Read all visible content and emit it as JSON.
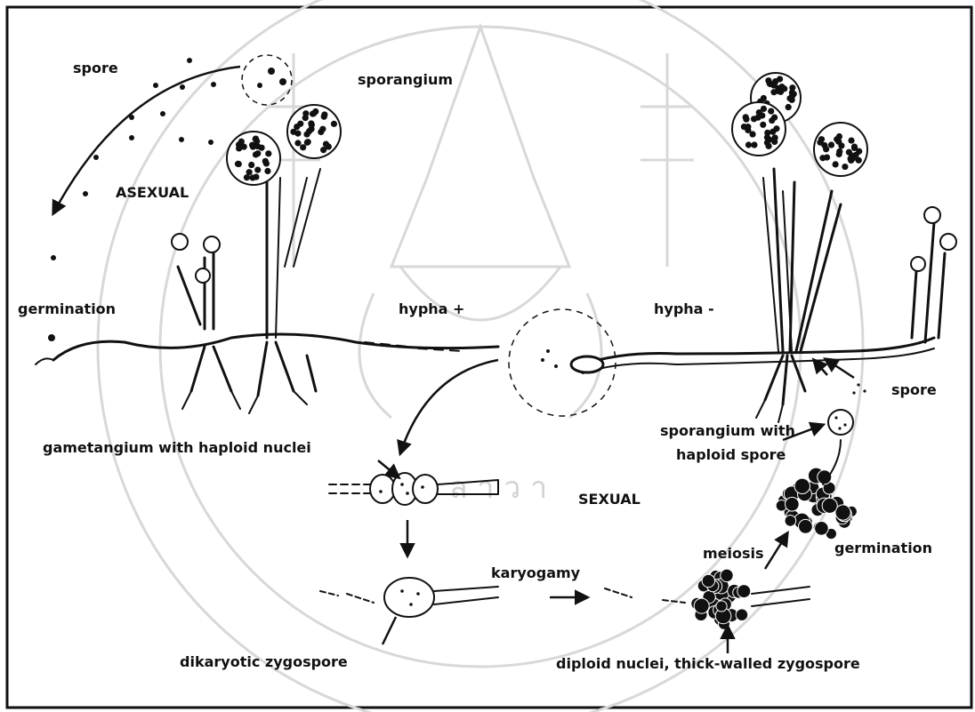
{
  "labels": {
    "spore_top": "spore",
    "sporangium": "sporangium",
    "asexual": "ASEXUAL",
    "germination_left": "germination",
    "hypha_plus": "hypha +",
    "hypha_minus": "hypha -",
    "spore_right": "spore",
    "sporangium_with": "sporangium with",
    "haploid_spore": "haploid spore",
    "gametangium": "gametangium with haploid nuclei",
    "sexual": "SEXUAL",
    "meiosis": "meiosis",
    "germination_right": "germination",
    "karyogamy": "karyogamy",
    "dikaryotic": "dikaryotic zygospore",
    "diploid": "diploid nuclei, thick-walled zygospore"
  },
  "colors": {
    "ink": "#111111",
    "watermark": "#d2d2d2",
    "background": "#ffffff"
  }
}
